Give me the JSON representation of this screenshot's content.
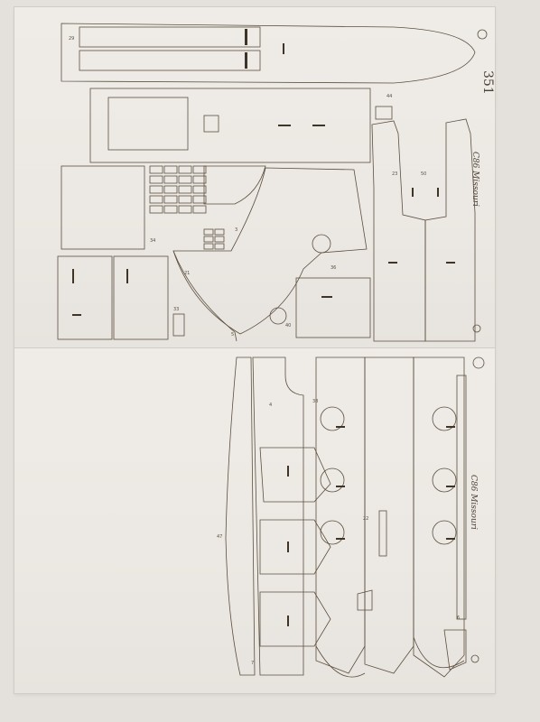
{
  "sheets": [
    {
      "id": "top",
      "kit_number": "351",
      "model_name": "C86 Missouri"
    },
    {
      "id": "bottom",
      "model_name": "C86 Missouri"
    }
  ],
  "colors": {
    "background": "#e4e0dc",
    "sheet": "#eeeae5",
    "cut_line": "#5c4f3e"
  },
  "part_numbers": {
    "top": [
      "29",
      "44",
      "50",
      "34",
      "21",
      "33",
      "3",
      "40",
      "5",
      "36",
      "23"
    ],
    "bottom": [
      "4",
      "38",
      "22",
      "47",
      "6",
      "7"
    ]
  }
}
